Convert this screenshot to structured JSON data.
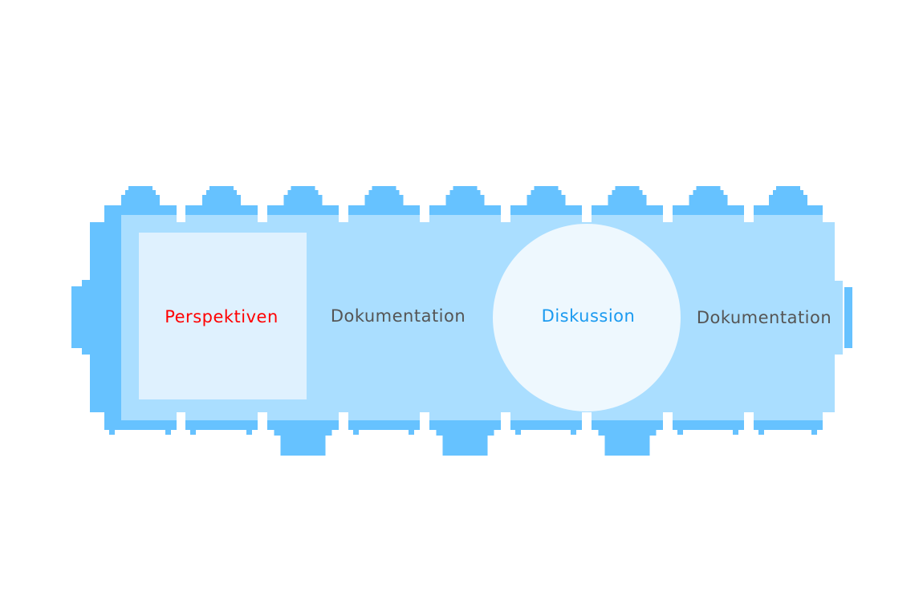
{
  "zones": {
    "perspektiven": "Perspektiven",
    "dokumentation_left": "Dokumentation",
    "diskussion": "Diskussion",
    "dokumentation_right": "Dokumentation"
  },
  "colors": {
    "chairs": "#66c2ff",
    "table": "#aadeff",
    "square_zone": "#dff1fe",
    "circle_zone": "#eef8fe",
    "perspektiven_text": "#ff0000",
    "dokumentation_text": "#555555",
    "diskussion_text": "#1a9af0"
  }
}
